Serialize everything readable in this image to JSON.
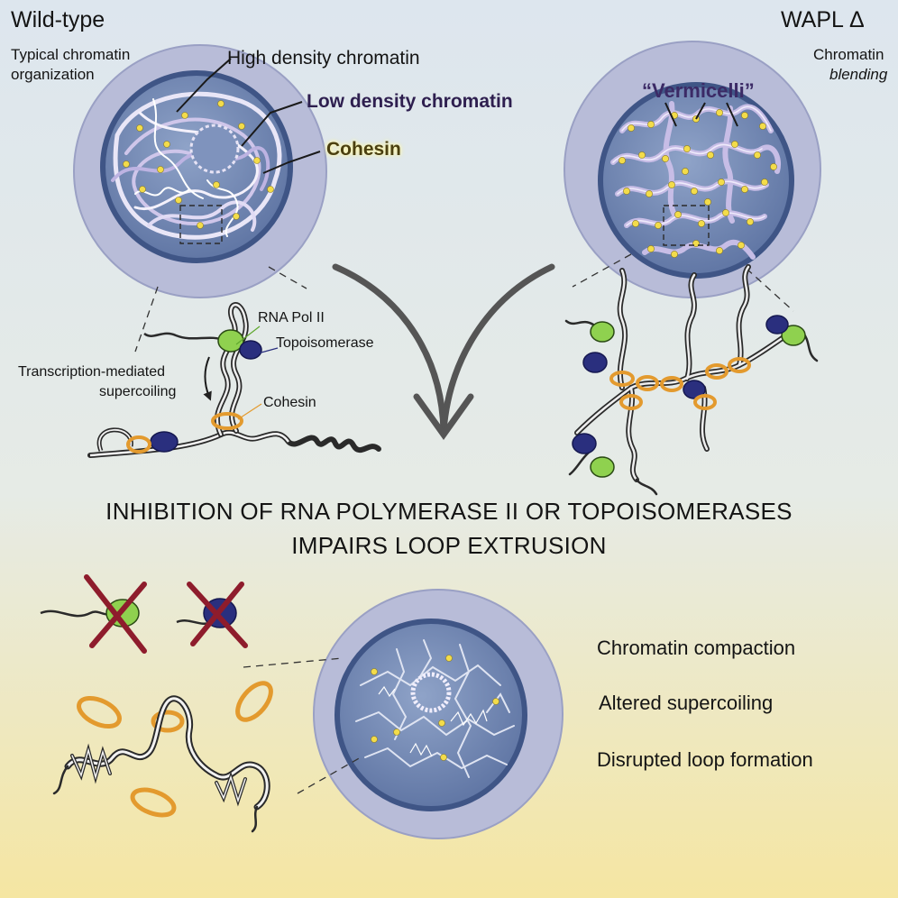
{
  "wild_type": {
    "title": "Wild-type",
    "subtitle_line1": "Typical chromatin",
    "subtitle_line2": "organization",
    "label_high_density": "High density chromatin",
    "label_low_density": "Low density chromatin",
    "label_cohesin": "Cohesin",
    "parts": {
      "rna_pol": "RNA Pol II",
      "topoisomerase": "Topoisomerase",
      "supercoiling_line1": "Transcription-mediated",
      "supercoiling_line2": "supercoiling",
      "cohesin": "Cohesin"
    }
  },
  "wapl": {
    "title": "WAPL Δ",
    "subtitle_line1": "Chromatin",
    "subtitle_line2": "blending",
    "label_vermicelli": "“Vermicelli”"
  },
  "headline": {
    "line1": "INHIBITION OF RNA POLYMERASE II OR TOPOISOMERASES",
    "line2": "IMPAIRS LOOP EXTRUSION"
  },
  "outcomes": [
    "Chromatin compaction",
    "Altered supercoiling",
    "Disrupted loop formation"
  ],
  "colors": {
    "background_top": "#dfe7ef",
    "background_bottom": "#f4e7a6",
    "cell_outer": "#b9bdd8",
    "nucleus": "#6f86b2",
    "nucleus_rim": "#3e5585",
    "cohesin_ring": "#e39a2e",
    "cohesin_dot": "#f3dc4a",
    "rna_pol": "#8fd14f",
    "topoisomerase": "#2a2f7e",
    "inhibition_cross": "#8e1c2c",
    "arrow": "#555555"
  }
}
